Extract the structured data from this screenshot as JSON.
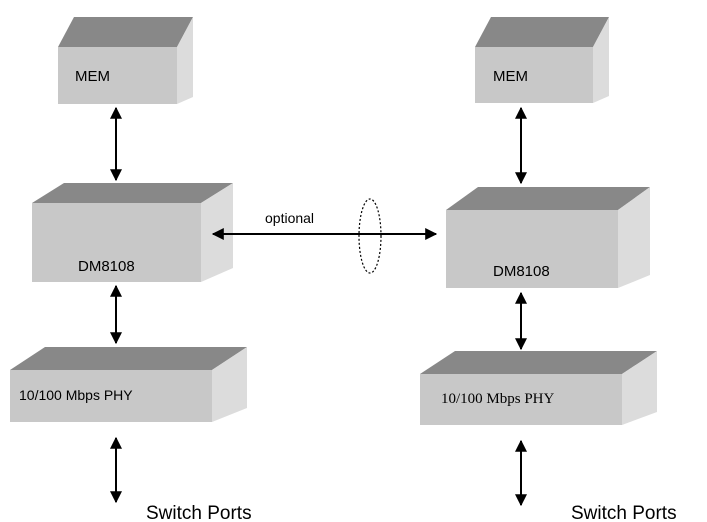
{
  "left_stack": {
    "mem_label": "MEM",
    "switch_label": "DM8108",
    "phy_label": "10/100 Mbps PHY",
    "ports_label": "Switch Ports"
  },
  "right_stack": {
    "mem_label": "MEM",
    "switch_label": "DM8108",
    "phy_label": "10/100 Mbps PHY",
    "ports_label": "Switch Ports"
  },
  "link": {
    "label": "optional"
  },
  "colors": {
    "box_top": "#888888",
    "box_front": "#c8c8c8",
    "box_side": "#dcdcdc",
    "arrow": "#000000",
    "text": "#000000"
  }
}
